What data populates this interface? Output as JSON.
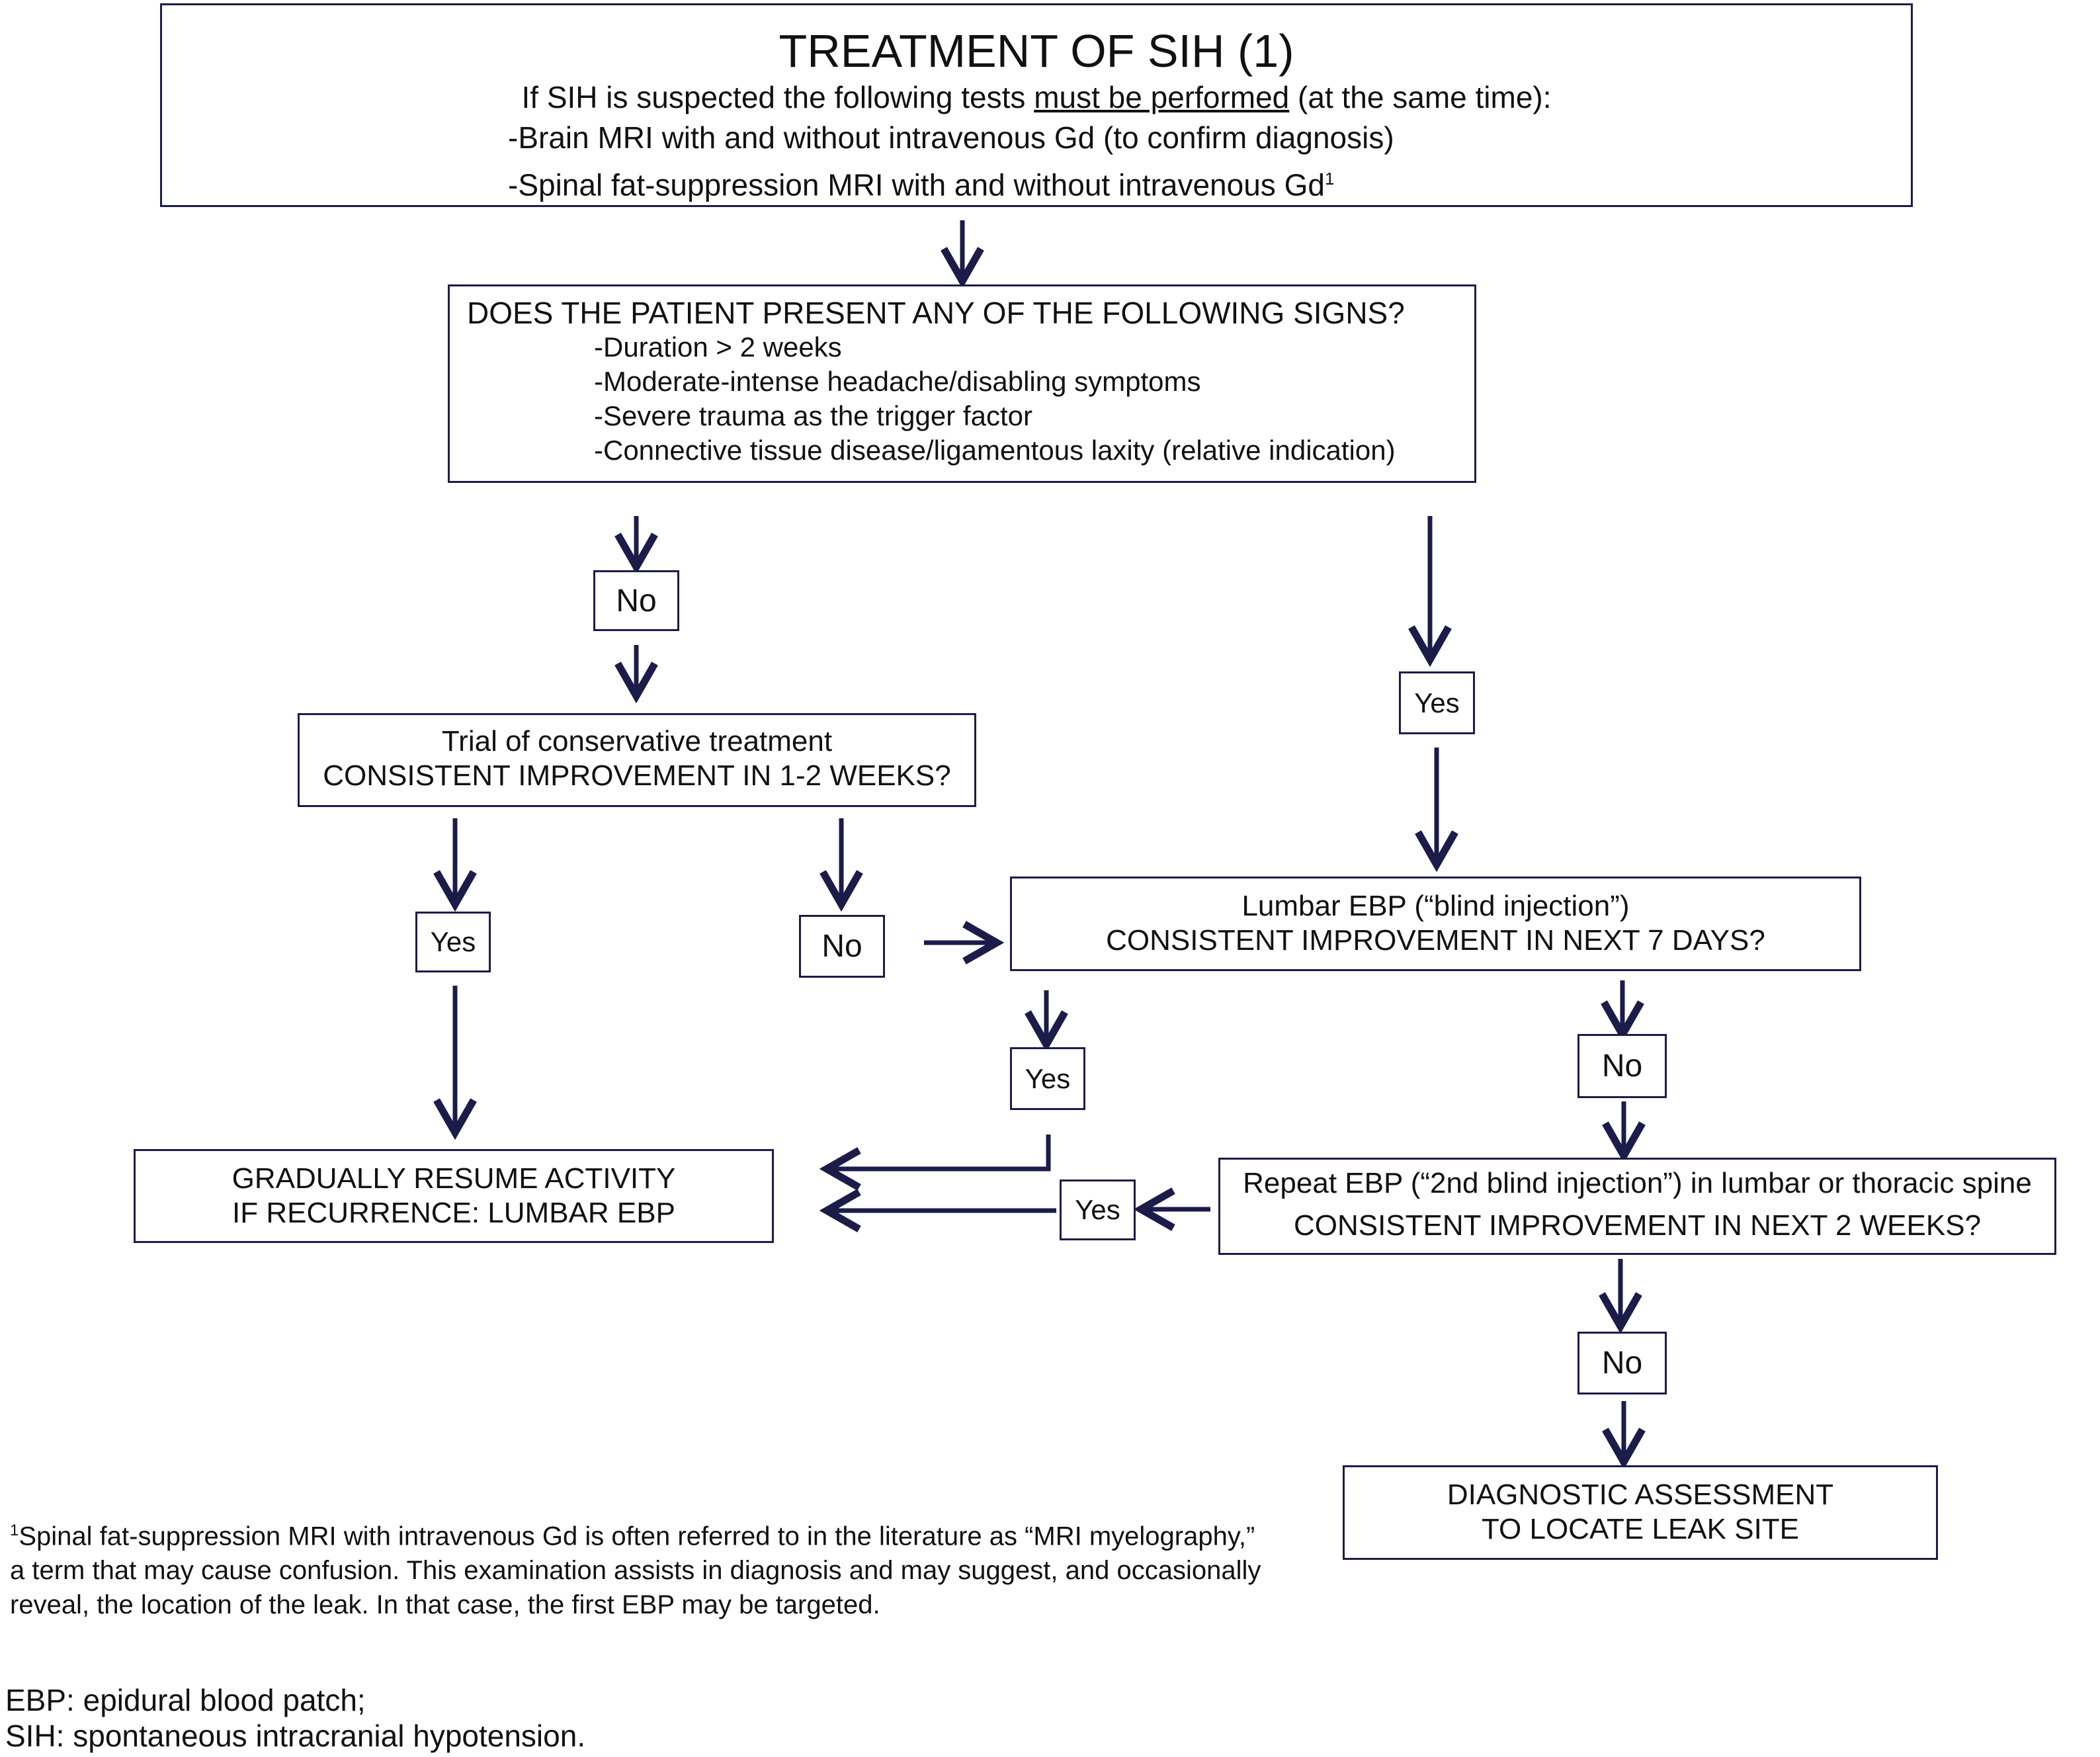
{
  "header": {
    "title": "TREATMENT OF SIH (1)",
    "intro_prefix": "If SIH is suspected the following tests ",
    "intro_underlined": "must be performed",
    "intro_suffix": " (at the same time):",
    "test_1": "-Brain MRI with and without intravenous Gd (to confirm diagnosis)",
    "test_2": "-Spinal fat-suppression MRI with and without intravenous Gd",
    "test_2_sup": "1"
  },
  "signs_box": {
    "question": "DOES THE PATIENT PRESENT ANY OF THE FOLLOWING SIGNS?",
    "items": [
      "-Duration > 2 weeks",
      "-Moderate-intense headache/disabling symptoms",
      "-Severe trauma as the trigger factor",
      "-Connective tissue disease/ligamentous laxity (relative indication)"
    ]
  },
  "labels": {
    "yes": "Yes",
    "no": "No"
  },
  "conservative_box": {
    "line1": "Trial of conservative treatment",
    "line2": "CONSISTENT IMPROVEMENT IN 1-2 WEEKS?"
  },
  "lumbar_box": {
    "line1": "Lumbar EBP (“blind injection”)",
    "line2": "CONSISTENT IMPROVEMENT IN NEXT 7 DAYS?"
  },
  "resume_box": {
    "line1": "GRADUALLY RESUME ACTIVITY",
    "line2": "IF RECURRENCE: LUMBAR EBP"
  },
  "repeat_box": {
    "line1": "Repeat EBP (“2nd blind injection”) in lumbar or thoracic spine",
    "line2": "CONSISTENT IMPROVEMENT IN NEXT 2 WEEKS?"
  },
  "diagnostic_box": {
    "line1": "DIAGNOSTIC ASSESSMENT",
    "line2": "TO LOCATE LEAK SITE"
  },
  "footnote": {
    "sup": "1",
    "line1": "Spinal fat-suppression MRI with intravenous Gd is often referred to in the literature as “MRI myelography,”",
    "line2": "a term that may cause confusion. This examination assists in diagnosis and may suggest, and occasionally",
    "line3": "reveal, the location of the leak. In that case, the first EBP may be targeted."
  },
  "abbreviations": {
    "ebp": "EBP: epidural blood patch;",
    "sih": "SIH: spontaneous intracranial hypotension."
  },
  "colors": {
    "border": "#1c1c4a",
    "arrow": "#1c1c4a"
  }
}
